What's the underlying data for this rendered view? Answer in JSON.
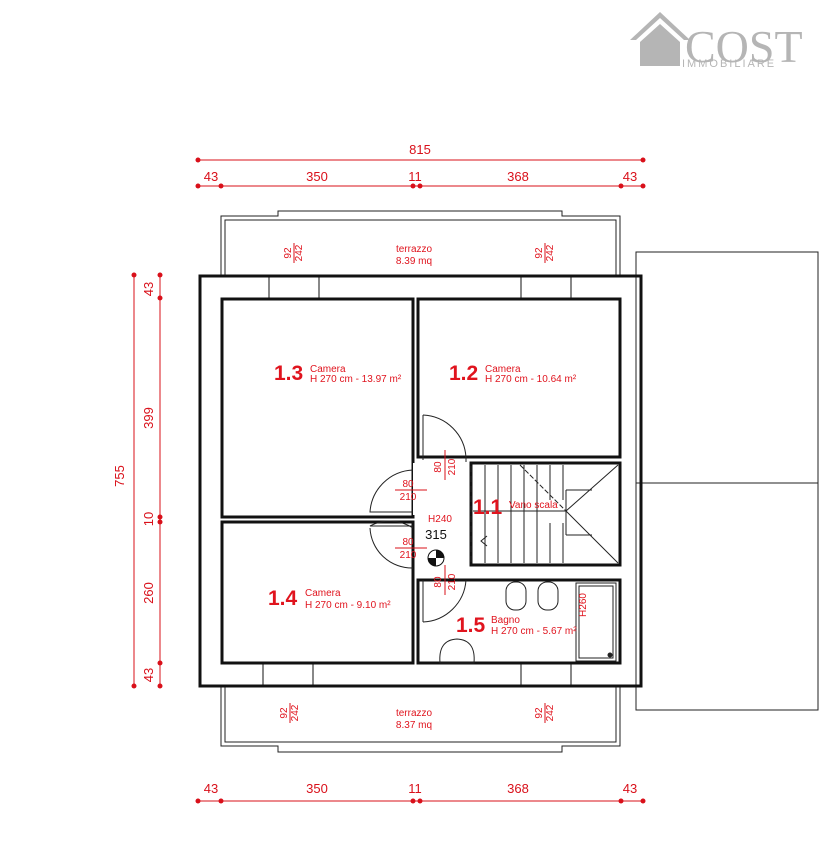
{
  "logo": {
    "name": "COST",
    "subtitle": "IMMOBILIARE"
  },
  "dimensions": {
    "top_total": "815",
    "horizontal": [
      "43",
      "350",
      "11",
      "368",
      "43"
    ],
    "bottom": [
      "43",
      "350",
      "11",
      "368",
      "43"
    ],
    "left_total": "755",
    "vertical": [
      "43",
      "399",
      "10",
      "260",
      "43"
    ]
  },
  "terraces": [
    {
      "label": "terrazzo",
      "area": "8.39 mq"
    },
    {
      "label": "terrazzo",
      "area": "8.37 mq"
    }
  ],
  "windows": {
    "width": "92",
    "height": "242"
  },
  "doors": {
    "width": "80",
    "height": "210"
  },
  "rooms": [
    {
      "number": "1.3",
      "name": "Camera",
      "detail": "H 270 cm -  13.97 m²"
    },
    {
      "number": "1.2",
      "name": "Camera",
      "detail": "H 270 cm -  10.64 m²"
    },
    {
      "number": "1.1",
      "name": "Vano scala",
      "detail": ""
    },
    {
      "number": "1.4",
      "name": "Camera",
      "detail": "H 270 cm -  9.10 m²"
    },
    {
      "number": "1.5",
      "name": "Bagno",
      "detail": "H 270 cm -  5.67 m²"
    }
  ],
  "hall": {
    "height": "H240",
    "level": "315"
  },
  "shower_height": "H260"
}
